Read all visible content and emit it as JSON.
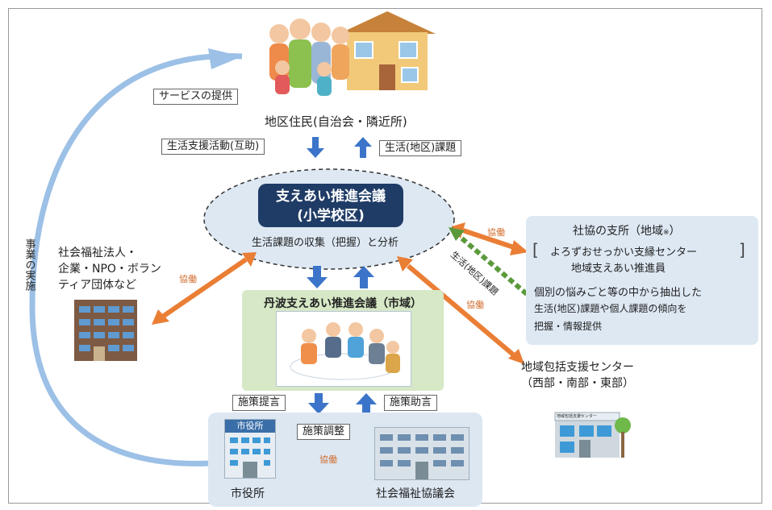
{
  "residents": {
    "title": "地区住民(自治会・隣近所)",
    "service_tag": "サービスの提供"
  },
  "flows": {
    "down_support": "生活支援活動(互助)",
    "up_issue": "生活(地区)課題"
  },
  "council": {
    "title": "支えあい推進会議",
    "subtitle": "(小学校区)",
    "caption": "生活課題の収集（把握）と分析"
  },
  "left_org": {
    "line1": "社会福祉法人・",
    "line2": "企業・NPO・ボラン",
    "line3": "ティア団体など"
  },
  "left_arc_label": "事業の実施",
  "kyodo": "協働",
  "right_panel": {
    "title": "社協の支所（地域",
    "title_sup": "※",
    "title_end": "）",
    "line1": "よろずおせっかい支縁センター",
    "line2": "地域支えあい推進員",
    "desc1": "個別の悩みごと等の中から抽出した",
    "desc2": "生活(地区)課題や個人課題の傾向を",
    "desc3": "把握・情報提供"
  },
  "diag_label": "生活(地区)課題",
  "center_meeting": {
    "title": "丹波支えあい推進会議（市域）"
  },
  "community_center": {
    "line1": "地域包括支援センター",
    "line2": "（西部・南部・東部）",
    "sign": "地域包括支援センター"
  },
  "bottom": {
    "policy_proposal": "施策提言",
    "policy_advice": "施策助言",
    "policy_adjust": "施策調整",
    "city_hall": "市役所",
    "city_hall_sign": "市役所",
    "council": "社会福祉協議会",
    "kyodo": "協働"
  },
  "colors": {
    "navy": "#1f3c66",
    "blue_arrow": "#3b74c9",
    "orange": "#ea7e35",
    "green_arrow": "#5b9a3a",
    "arc": "#9cc0e6"
  }
}
